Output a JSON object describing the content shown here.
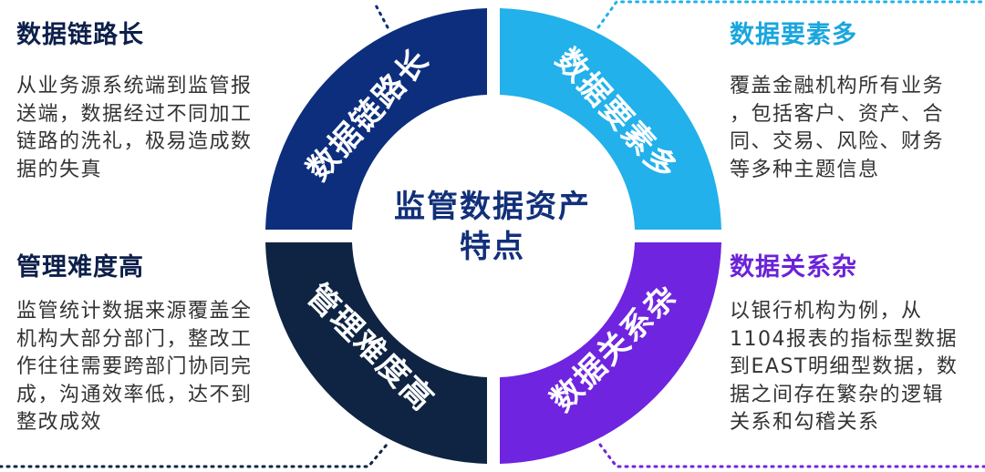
{
  "center": {
    "line1": "监管数据资产",
    "line2": "特点"
  },
  "quadrants": {
    "top_left": {
      "ring_label": "数据链路长",
      "title": "数据链路长",
      "desc": [
        "从业务源系统端到监管报",
        "送端，数据经过不同加工",
        "链路的洗礼，极易造成数",
        "据的失真"
      ],
      "color": "#0d2e7d"
    },
    "top_right": {
      "ring_label": "数据要素多",
      "title": "数据要素多",
      "desc": [
        "覆盖金融机构所有业务",
        "，包括客户、资产、合",
        "同、交易、风险、财务",
        "等多种主题信息"
      ],
      "color": "#22b1ea"
    },
    "bottom_left": {
      "ring_label": "管理难度高",
      "title": "管理难度高",
      "desc": [
        "监管统计数据来源覆盖全",
        "机构大部分部门，整改工",
        "作往往需要跨部门协同完",
        "成，沟通效率低，达不到",
        "整改成效"
      ],
      "color": "#0f2443"
    },
    "bottom_right": {
      "ring_label": "数据关系杂",
      "title": "数据关系杂",
      "desc": [
        "以银行机构为例，从",
        "1104报表的指标型数据",
        "到EAST明细型数据，数",
        "据之间存在繁杂的逻辑",
        "关系和勾稽关系"
      ],
      "color": "#6f24e0"
    }
  }
}
